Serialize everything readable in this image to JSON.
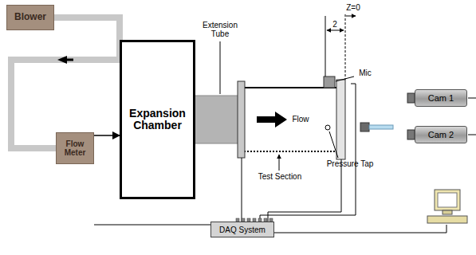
{
  "diagram": {
    "nodes": [
      {
        "text": [
          "Blower"
        ]
      },
      {
        "text": [
          "Flow Meter"
        ]
      },
      {
        "text": [
          "Expansion Chamber"
        ]
      },
      {
        "text": [
          "Cam 1"
        ]
      },
      {
        "text": [
          "Cam 2"
        ]
      },
      {
        "text": [
          "DAQ System"
        ]
      }
    ],
    "edges": [
      {
        "from": 0,
        "to": 1,
        "arrow": "to"
      },
      {
        "from": 1,
        "to": 2,
        "arrow": "to"
      },
      {
        "from": 1,
        "to": 5,
        "arrow": "none"
      }
    ],
    "labels": [
      "Extension Tube",
      "Z=0",
      "2",
      "Mic",
      "Flow",
      "Pressure Tap",
      "Test Section"
    ]
  }
}
